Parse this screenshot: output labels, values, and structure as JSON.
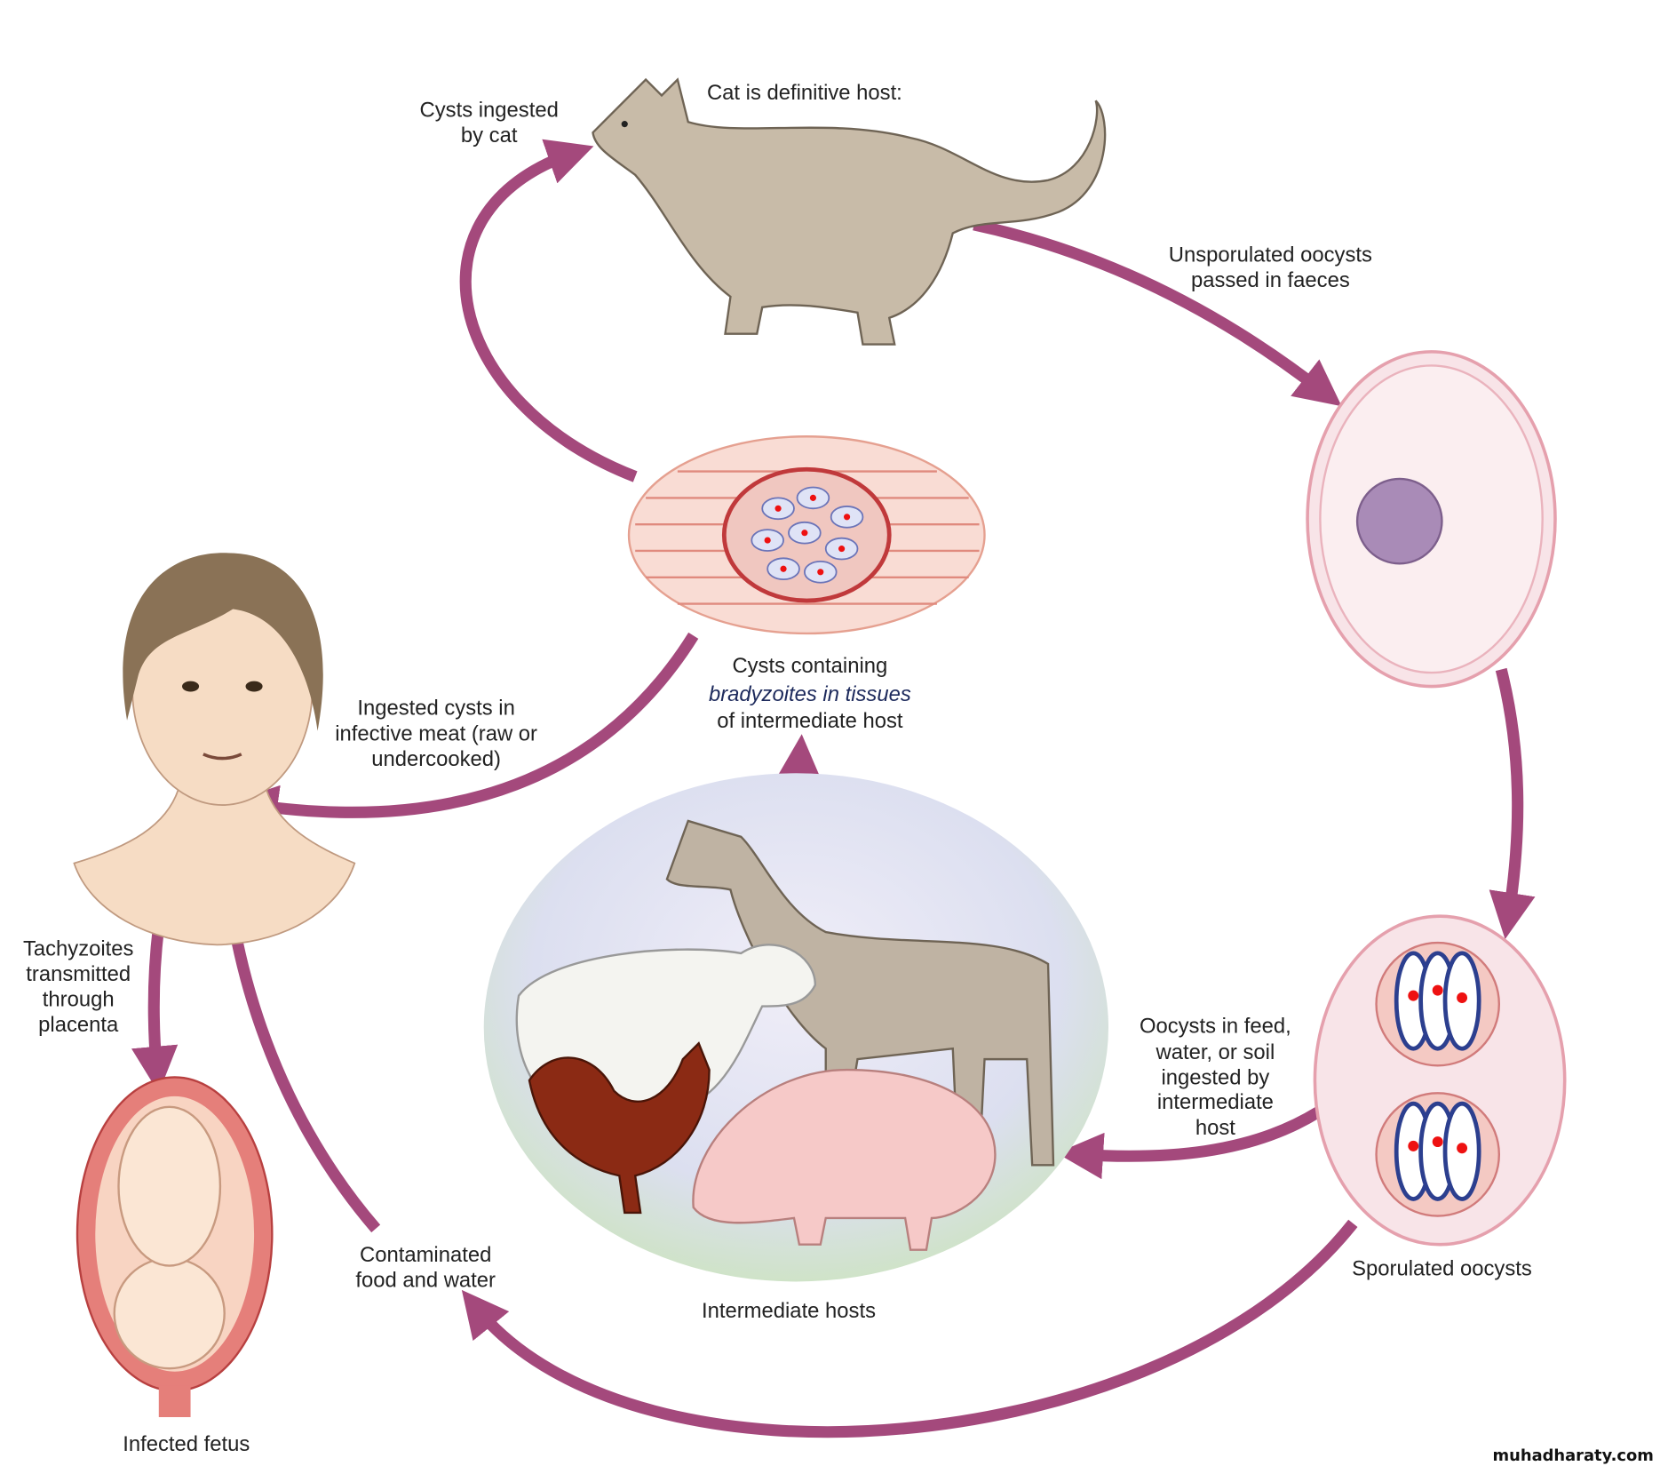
{
  "labels": {
    "cysts_ingested": [
      "Cysts ingested",
      "by cat"
    ],
    "cat_host": "Cat is definitive host:",
    "unsporulated": [
      "Unsporulated oocysts",
      "passed in faeces"
    ],
    "ingested_meat": [
      "Ingested cysts in",
      "infective meat (raw or",
      "undercooked)"
    ],
    "cysts_containing": [
      "Cysts containing",
      "bradyzoites in tissues",
      "of intermediate host"
    ],
    "tachyzoites": [
      "Tachyzoites",
      "transmitted",
      "through",
      "placenta"
    ],
    "oocysts_feed": [
      "Oocysts in feed,",
      "water, or soil",
      "ingested by",
      "intermediate",
      "host"
    ],
    "sporulated": "Sporulated oocysts",
    "contaminated": [
      "Contaminated",
      "food and water"
    ],
    "intermediate_hosts": "Intermediate hosts",
    "infected_fetus": "Infected fetus"
  },
  "watermark": "muhadharaty.com",
  "colors": {
    "arrow": "#a4497c",
    "cyst": "#e8a0a0",
    "oocyst": "#f7d8de",
    "cat": "#c8bba8"
  }
}
